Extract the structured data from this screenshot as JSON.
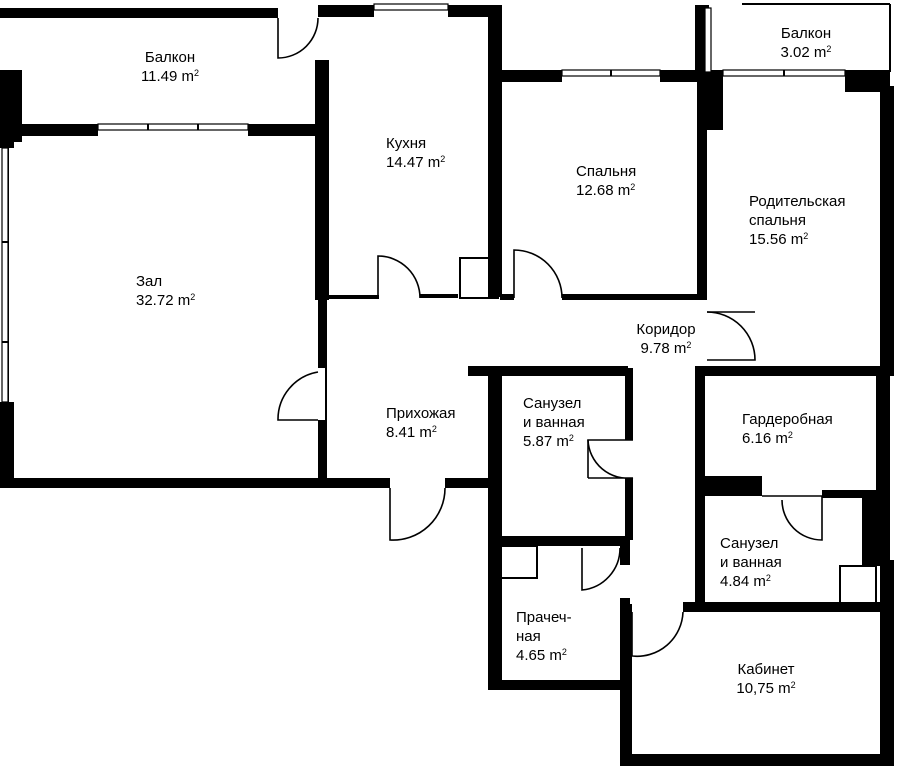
{
  "plan": {
    "area_unit": "m",
    "unit_superscript": "2",
    "rooms": [
      {
        "id": "balcony-left",
        "lines": [
          "Балкон"
        ],
        "area": "11.49"
      },
      {
        "id": "kitchen",
        "lines": [
          "Кухня"
        ],
        "area": "14.47"
      },
      {
        "id": "bedroom",
        "lines": [
          "Спальня"
        ],
        "area": "12.68"
      },
      {
        "id": "balcony-right",
        "lines": [
          "Балкон"
        ],
        "area": "3.02"
      },
      {
        "id": "master-bedroom",
        "lines": [
          "Родительская",
          "спальня"
        ],
        "area": "15.56"
      },
      {
        "id": "living-room",
        "lines": [
          "Зал"
        ],
        "area": "32.72"
      },
      {
        "id": "corridor",
        "lines": [
          "Коридор"
        ],
        "area": "9.78"
      },
      {
        "id": "hallway",
        "lines": [
          "Прихожая"
        ],
        "area": "8.41"
      },
      {
        "id": "bathroom-1",
        "lines": [
          "Санузел",
          "и ванная"
        ],
        "area": "5.87"
      },
      {
        "id": "wardrobe",
        "lines": [
          "Гардеробная"
        ],
        "area": "6.16"
      },
      {
        "id": "bathroom-2",
        "lines": [
          "Санузел",
          "и ванная"
        ],
        "area": "4.84"
      },
      {
        "id": "laundry",
        "lines": [
          "Прачеч-",
          "ная"
        ],
        "area": "4.65"
      },
      {
        "id": "study",
        "lines": [
          "Кабинет"
        ],
        "area": "10,75"
      }
    ]
  }
}
